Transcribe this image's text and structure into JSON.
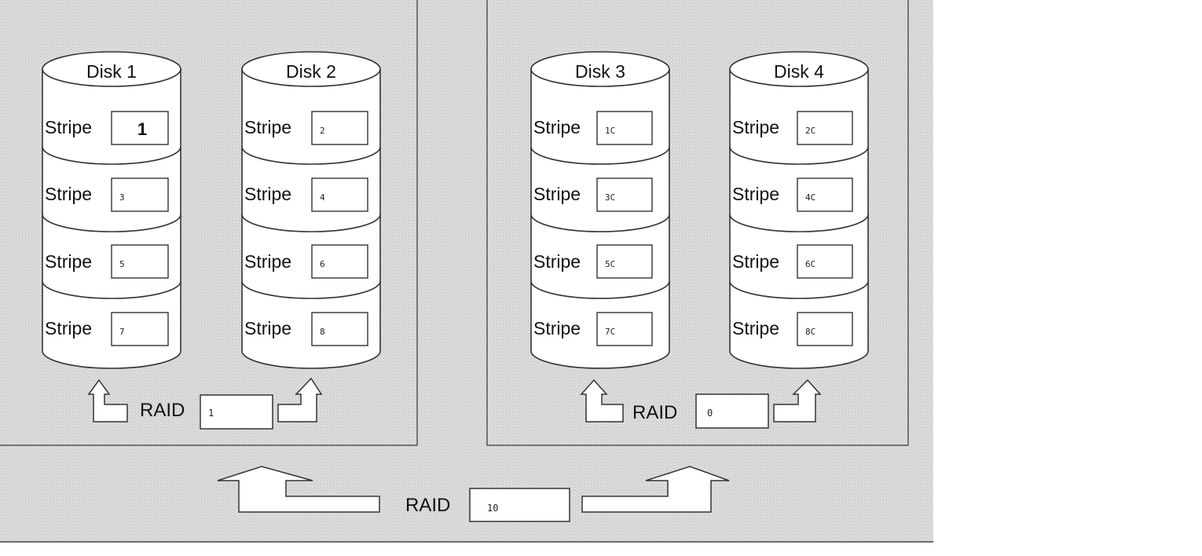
{
  "groups": [
    {
      "raid": {
        "label": "RAID",
        "value": "1"
      },
      "disks": [
        {
          "title": "Disk 1",
          "stripe_label": "Stripe",
          "stripes": [
            "1",
            "3",
            "5",
            "7"
          ]
        },
        {
          "title": "Disk 2",
          "stripe_label": "Stripe",
          "stripes": [
            "2",
            "4",
            "6",
            "8"
          ]
        }
      ]
    },
    {
      "raid": {
        "label": "RAID",
        "value": "0"
      },
      "disks": [
        {
          "title": "Disk 3",
          "stripe_label": "Stripe",
          "stripes": [
            "1C",
            "3C",
            "5C",
            "7C"
          ]
        },
        {
          "title": "Disk 4",
          "stripe_label": "Stripe",
          "stripes": [
            "2C",
            "4C",
            "6C",
            "8C"
          ]
        }
      ]
    }
  ],
  "top_raid": {
    "label": "RAID",
    "value": "10"
  },
  "colors": {
    "background": "#d9d9d9",
    "panel_border": "#555555",
    "stroke": "#333333",
    "box_fill": "#ffffff"
  }
}
